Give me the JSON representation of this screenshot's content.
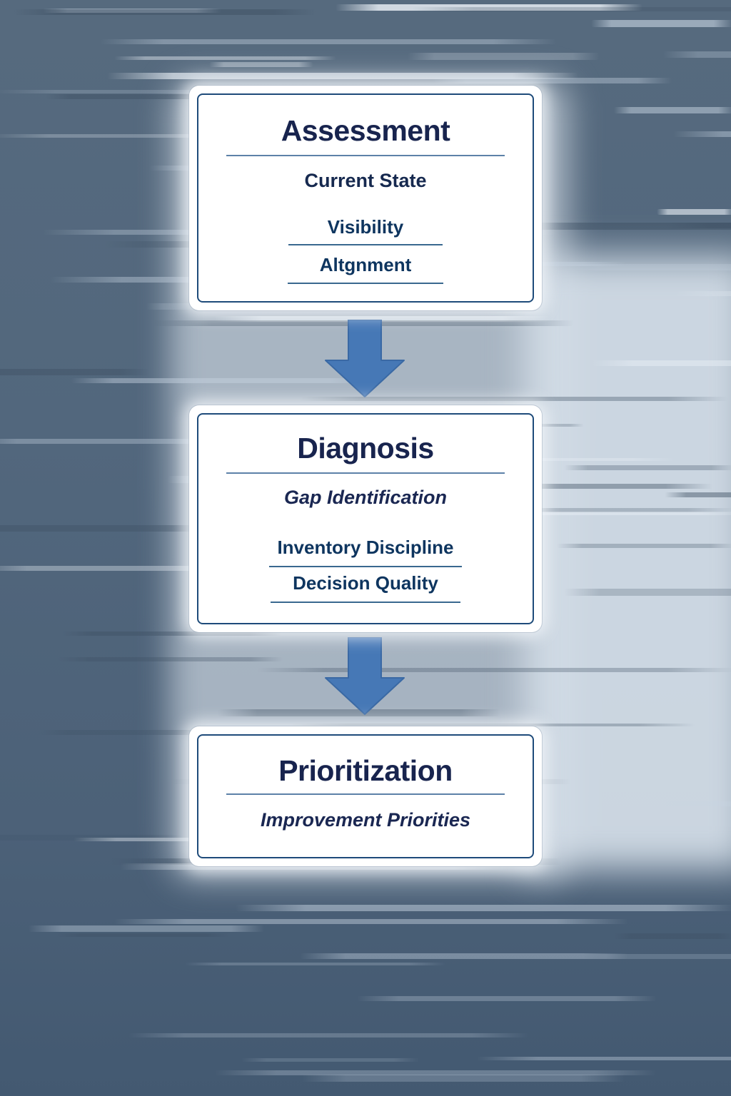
{
  "flow": {
    "boxes": [
      {
        "title": "Assessment",
        "subtitle": "Current State",
        "items": [
          "Visibility",
          "Altgnment"
        ]
      },
      {
        "title": "Diagnosis",
        "subtitle": "Gap Identification",
        "items": [
          "Inventory Discipline",
          "Decision Quality"
        ]
      },
      {
        "title": "Prioritization",
        "subtitle": "Improvement Priorities",
        "items": []
      }
    ],
    "connectors": [
      {
        "name": "arrow-down-1"
      },
      {
        "name": "arrow-down-2"
      }
    ]
  },
  "colors": {
    "background_slate": "#4f6479",
    "light_panel_region": "#d8e1ea",
    "box_background": "#ffffff",
    "box_border_navy": "#1e4b7a",
    "title_text": "#18244e",
    "item_text": "#0e355f",
    "divider": "#5d81a8",
    "underline": "#39688f",
    "arrow_fill": "#4678b6",
    "arrow_edge": "#3a69a4"
  }
}
